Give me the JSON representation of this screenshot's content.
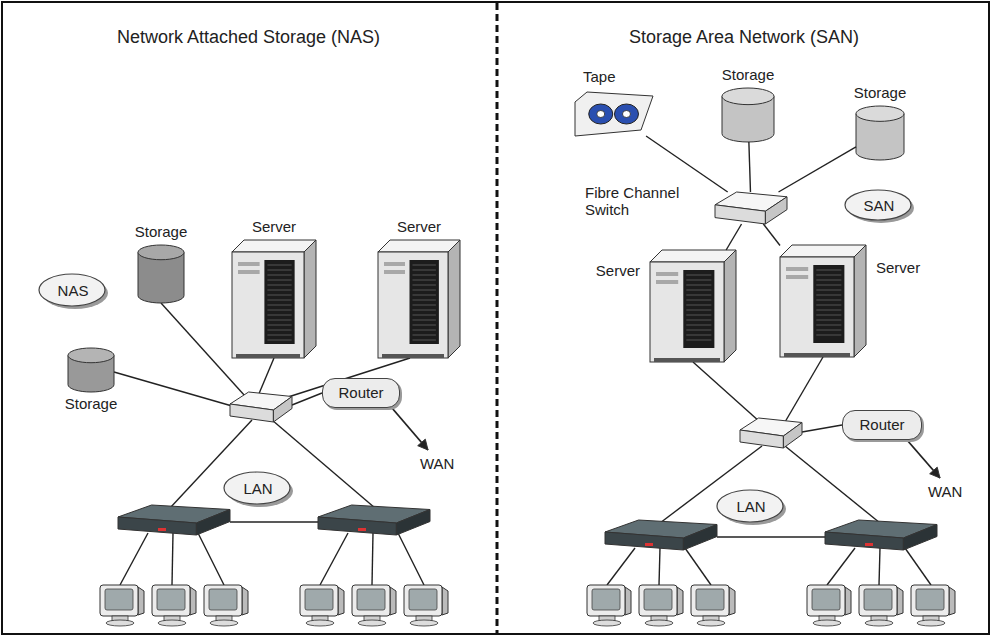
{
  "diagram": {
    "nodes": [
      {
        "text": [
          "Network Attached Storage (NAS)"
        ]
      },
      {
        "text": [
          "Storage"
        ],
        "in": 0
      },
      {
        "text": [
          "Server"
        ],
        "in": 0
      },
      {
        "text": [
          "Server"
        ],
        "in": 0
      },
      {
        "text": [
          "NAS"
        ],
        "in": 0
      },
      {
        "text": [
          "Storage"
        ],
        "in": 0
      },
      {
        "text": [
          "Router"
        ],
        "in": 0
      },
      {
        "text": [
          "LAN"
        ],
        "in": 0
      },
      {
        "text": [
          "Storage Area Network (SAN)"
        ]
      },
      {
        "text": [
          "Tape"
        ],
        "in": 8
      },
      {
        "text": [
          "Storage"
        ],
        "in": 8
      },
      {
        "text": [
          "Storage"
        ],
        "in": 8
      },
      {
        "text": [
          "Fibre Channel Switch"
        ],
        "in": 8
      },
      {
        "text": [
          "SAN"
        ],
        "in": 8
      },
      {
        "text": [
          "Server"
        ],
        "in": 8
      },
      {
        "text": [
          "Server"
        ],
        "in": 8
      },
      {
        "text": [
          "Router"
        ],
        "in": 8
      },
      {
        "text": [
          "LAN"
        ],
        "in": 8
      }
    ],
    "edges": [
      {
        "from": 9,
        "to": 12,
        "arrow": "none"
      },
      {
        "from": 10,
        "to": 12,
        "arrow": "none"
      },
      {
        "from": 11,
        "to": 12,
        "arrow": "none"
      },
      {
        "from": 12,
        "to": 14,
        "arrow": "none"
      },
      {
        "from": 12,
        "to": 15,
        "arrow": "none"
      }
    ],
    "labels": [
      "WAN",
      "WAN"
    ]
  }
}
